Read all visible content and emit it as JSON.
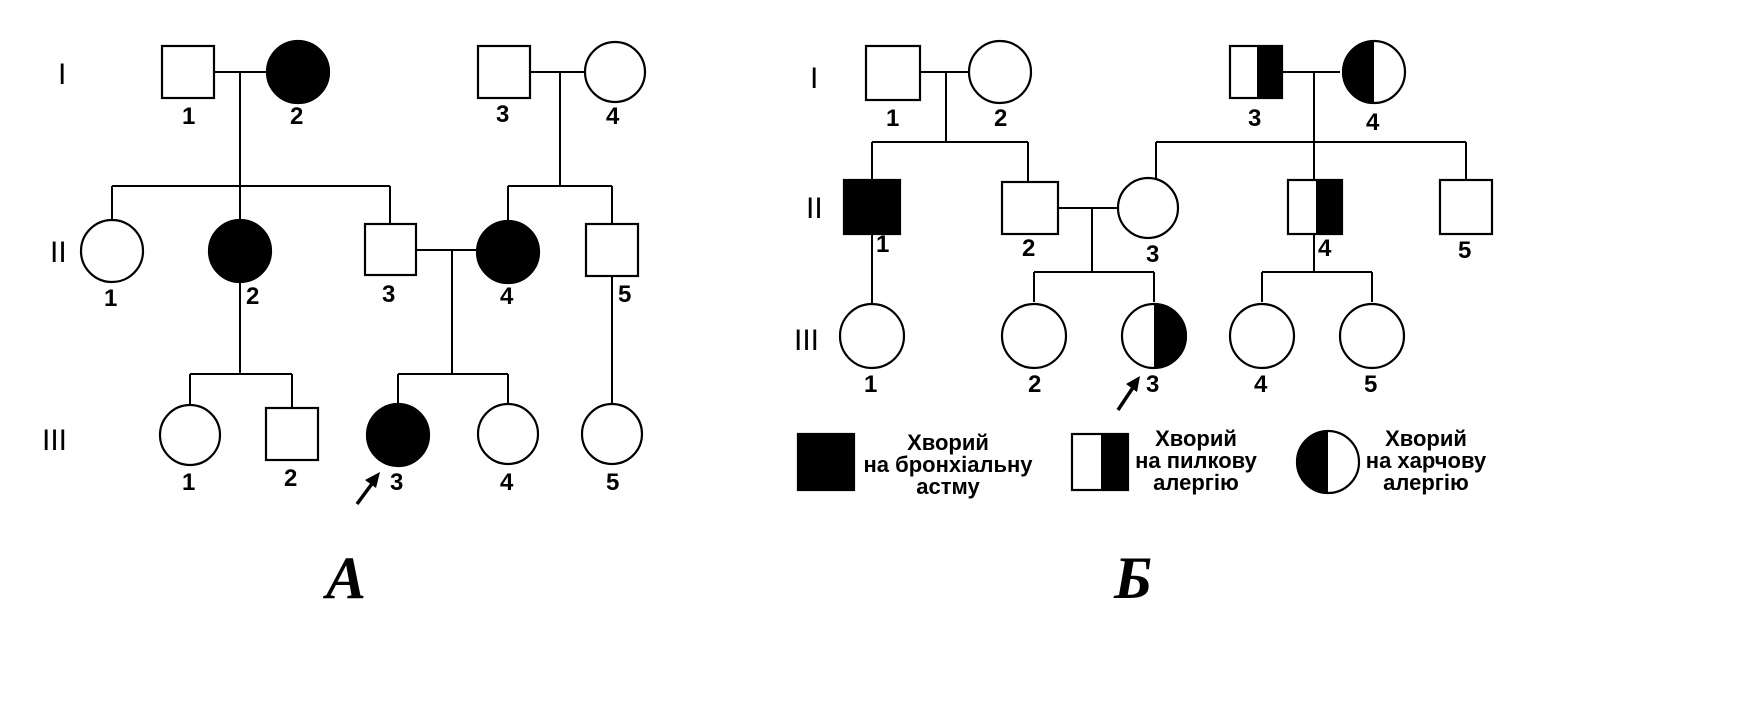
{
  "diagram_a": {
    "title": "А",
    "generations": [
      "I",
      "II",
      "III"
    ],
    "numbers": {
      "i1": "1",
      "i2": "2",
      "i3": "3",
      "i4": "4",
      "ii1": "1",
      "ii2": "2",
      "ii3": "3",
      "ii4": "4",
      "ii5": "5",
      "iii1": "1",
      "iii2": "2",
      "iii3": "3",
      "iii4": "4",
      "iii5": "5"
    }
  },
  "diagram_b": {
    "title": "Б",
    "generations": [
      "I",
      "II",
      "III"
    ],
    "numbers": {
      "i1": "1",
      "i2": "2",
      "i3": "3",
      "i4": "4",
      "ii1": "1",
      "ii2": "2",
      "ii3": "3",
      "ii4": "4",
      "ii5": "5",
      "iii1": "1",
      "iii2": "2",
      "iii3": "3",
      "iii4": "4",
      "iii5": "5"
    }
  },
  "legend": {
    "asthma": [
      "Хворий",
      "на бронхіальну",
      "астму"
    ],
    "pollen": [
      "Хворий",
      "на пилкову",
      "алергію"
    ],
    "food": [
      "Хворий",
      "на харчову",
      "алергію"
    ]
  },
  "colors": {
    "affected": "#000000",
    "unaffected": "#ffffff",
    "line": "#000000"
  }
}
